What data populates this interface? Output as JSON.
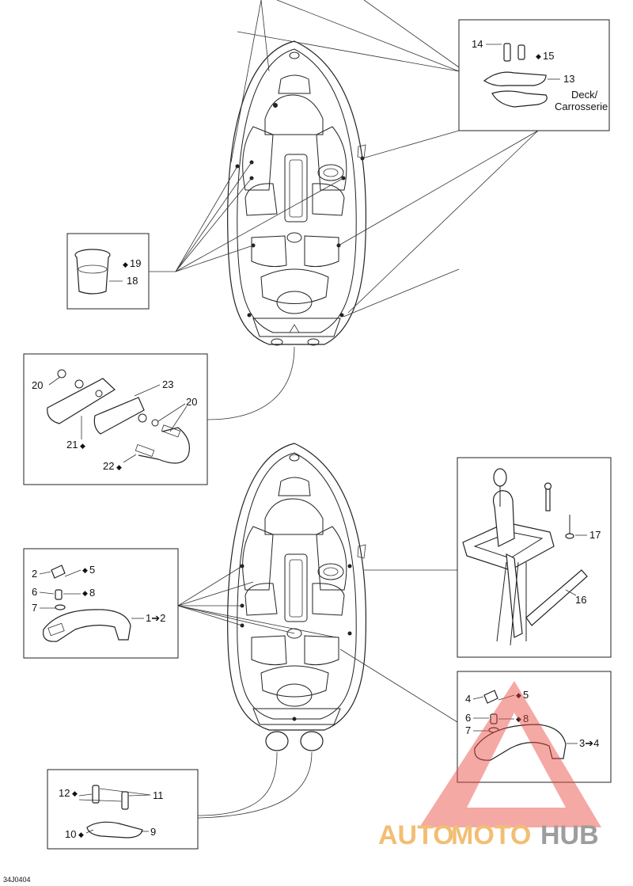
{
  "diagram": {
    "ref_code": "34J0404",
    "callouts": {
      "c14": "14",
      "c15": "15",
      "c13": "13",
      "deck": "Deck/",
      "carrosserie": "Carrosserie",
      "c19": "19",
      "c18": "18",
      "c20a": "20",
      "c23": "23",
      "c20b": "20",
      "c21": "21",
      "c22": "22",
      "c2": "2",
      "c5a": "5",
      "c6a": "6",
      "c8a": "8",
      "c7a": "7",
      "c1to2": "1➔2",
      "c17": "17",
      "c16": "16",
      "c4": "4",
      "c5b": "5",
      "c6b": "6",
      "c8b": "8",
      "c7b": "7",
      "c3to4": "3➔4",
      "c12": "12",
      "c11": "11",
      "c10": "10",
      "c9": "9"
    }
  },
  "watermark": {
    "brand_a": "AUTO",
    "brand_b": "MOTO",
    "brand_c": "HUB"
  },
  "colors": {
    "watermark_red": "#e8473c",
    "watermark_gold": "#f0b35c",
    "watermark_gray": "#8c8c8c"
  }
}
